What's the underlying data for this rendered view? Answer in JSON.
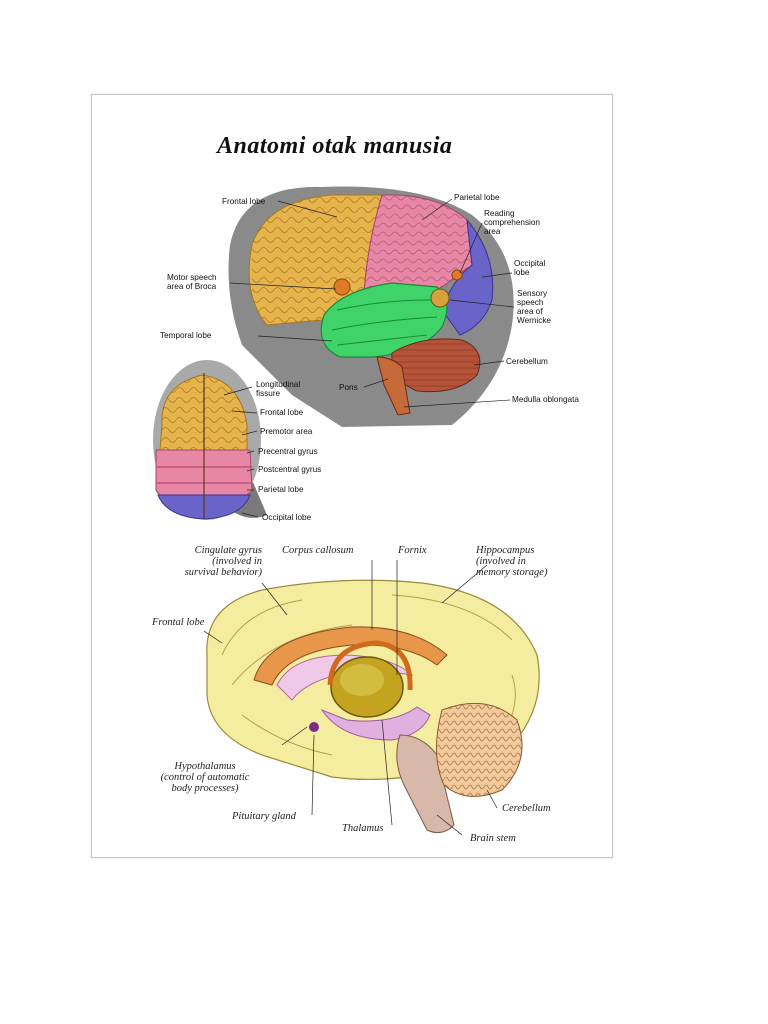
{
  "title": "Anatomi otak manusia",
  "lateral_view": {
    "frontal_lobe": "Frontal lobe",
    "parietal_lobe": "Parietal lobe",
    "reading_area": "Reading\ncomprehension\narea",
    "occipital_lobe": "Occipital\nlobe",
    "motor_speech": "Motor speech\narea of Broca",
    "sensory_speech": "Sensory\nspeech\narea of\nWernicke",
    "temporal_lobe": "Temporal lobe",
    "cerebellum": "Cerebellum",
    "pons": "Pons",
    "medulla": "Medulla oblongata"
  },
  "top_view": {
    "longitudinal_fissure": "Longitudinal\nfissure",
    "frontal_lobe": "Frontal lobe",
    "premotor_area": "Premotor area",
    "precentral_gyrus": "Precentral gyrus",
    "postcentral_gyrus": "Postcentral gyrus",
    "parietal_lobe": "Parietal lobe",
    "occipital_lobe": "Occipital lobe"
  },
  "sagittal_view": {
    "cingulate_gyrus": "Cingulate gyrus\n(involved in\nsurvival behavior)",
    "corpus_callosum": "Corpus callosum",
    "fornix": "Fornix",
    "hippocampus": "Hippocampus\n(involved in\nmemory storage)",
    "frontal_lobe": "Frontal lobe",
    "hypothalamus": "Hypothalamus\n(control of automatic\nbody processes)",
    "pituitary_gland": "Pituitary gland",
    "thalamus": "Thalamus",
    "cerebellum": "Cerebellum",
    "brain_stem": "Brain stem"
  },
  "colors": {
    "frontal": "#e6b44a",
    "parietal": "#e886a6",
    "occipital": "#6a63c8",
    "temporal": "#3fd36a",
    "cerebellum": "#b5543a",
    "sagittal_cortex": "#f4eda0",
    "corpus_callosum": "#e8974a",
    "thalamus": "#c4a320"
  }
}
